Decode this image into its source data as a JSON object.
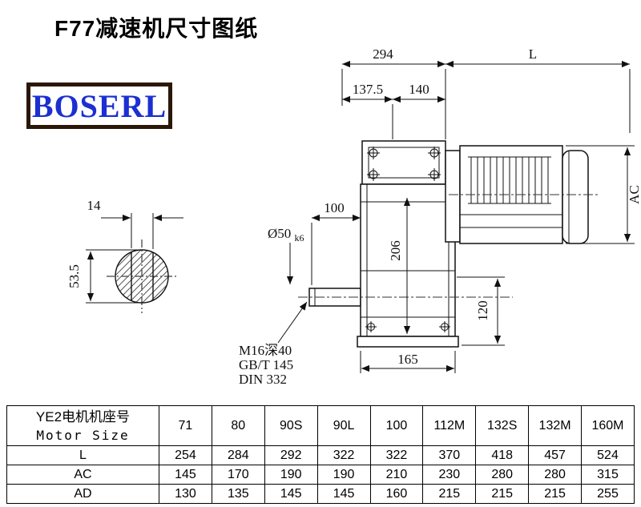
{
  "page": {
    "title": "F77减速机尺寸图纸"
  },
  "logo": {
    "text": "BOSERL",
    "border_color": "#2b1708",
    "text_color": "#1c2fd2"
  },
  "drawing": {
    "dims": {
      "overall_width": "294",
      "motor_length": "L",
      "dim_137_5": "137.5",
      "dim_140": "140",
      "motor_diameter": "AC",
      "key_width": "14",
      "shaft_key_height": "53.5",
      "shaft_diameter": "Ø50",
      "shaft_tolerance": "k6",
      "shaft_length": "100",
      "center_height": "206",
      "foot_height": "120",
      "base_width": "165",
      "tap_hole": "M16深40",
      "standard_1": "GB/T 145",
      "standard_2": "DIN 332"
    }
  },
  "table": {
    "row_header_cn": "YE2电机机座号",
    "row_header_en": "Motor Size",
    "frame_sizes": [
      "71",
      "80",
      "90S",
      "90L",
      "100",
      "112M",
      "132S",
      "132M",
      "160M"
    ],
    "rows": [
      {
        "label": "L",
        "values": [
          "254",
          "284",
          "292",
          "322",
          "322",
          "370",
          "418",
          "457",
          "524"
        ]
      },
      {
        "label": "AC",
        "values": [
          "145",
          "170",
          "190",
          "190",
          "210",
          "230",
          "280",
          "280",
          "315"
        ]
      },
      {
        "label": "AD",
        "values": [
          "130",
          "135",
          "145",
          "145",
          "160",
          "215",
          "215",
          "215",
          "255"
        ]
      }
    ]
  }
}
